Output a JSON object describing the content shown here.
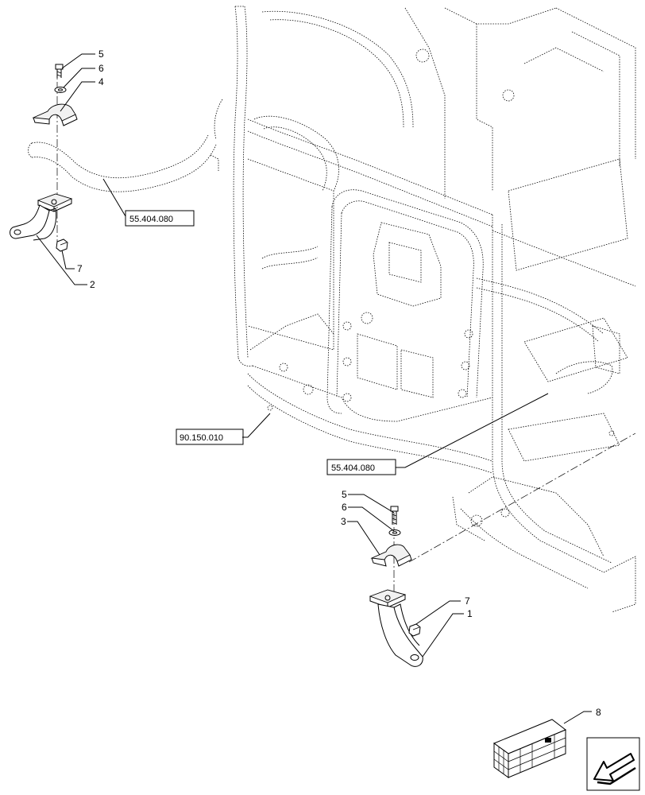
{
  "callouts": {
    "c5_top": "5",
    "c6_top": "6",
    "c4": "4",
    "c7_top": "7",
    "c2": "2",
    "c5_bot": "5",
    "c6_bot": "6",
    "c3": "3",
    "c7_bot": "7",
    "c1": "1",
    "c8": "8"
  },
  "references": {
    "ref_top": "55.404.080",
    "ref_mid": "55.404.080",
    "ref_cab": "90.150.010"
  },
  "icons": {
    "kit_box": "crate-kit-icon",
    "nav_arrow": "back-arrow-icon"
  }
}
